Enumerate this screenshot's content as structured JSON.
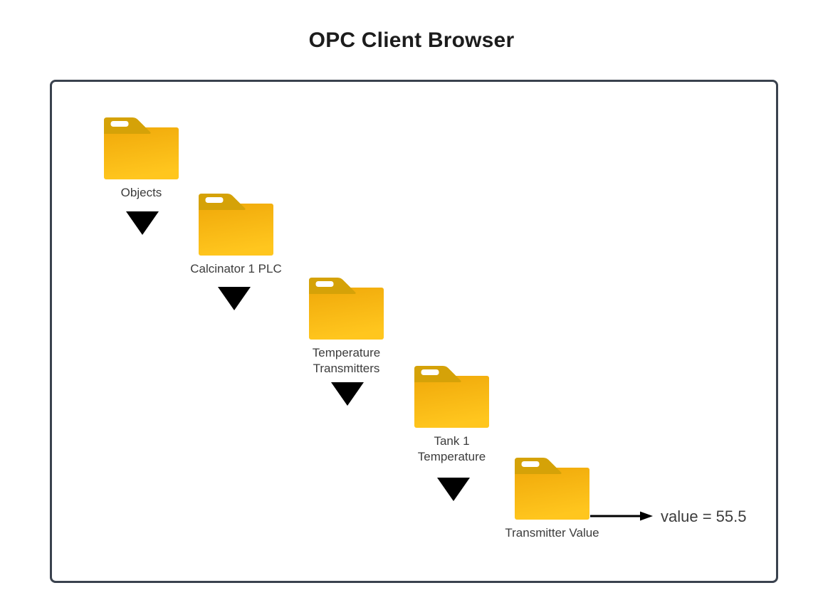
{
  "title": "OPC Client Browser",
  "diagram": {
    "nodes": [
      {
        "label": "Objects"
      },
      {
        "label": "Calcinator 1 PLC"
      },
      {
        "label": "Temperature\nTransmitters"
      },
      {
        "label": "Tank 1\nTemperature"
      },
      {
        "label": "Transmitter Value"
      }
    ],
    "value_annotation": {
      "text": "value = 55.5"
    },
    "icons": {
      "node": "folder-icon",
      "expand": "triangle-down-icon",
      "value_pointer": "arrow-right-icon"
    },
    "colors": {
      "folder_tab": "#D5A208",
      "folder_body_top": "#F0A90A",
      "folder_body_bottom": "#FFC61E",
      "folder_slot": "#FFFFFF",
      "triangle": "#000000",
      "panel_border": "#3A424E",
      "label_text": "#3C3C3C",
      "title_text": "#1C1C1C",
      "arrow": "#000000",
      "background": "#FFFFFF"
    }
  }
}
